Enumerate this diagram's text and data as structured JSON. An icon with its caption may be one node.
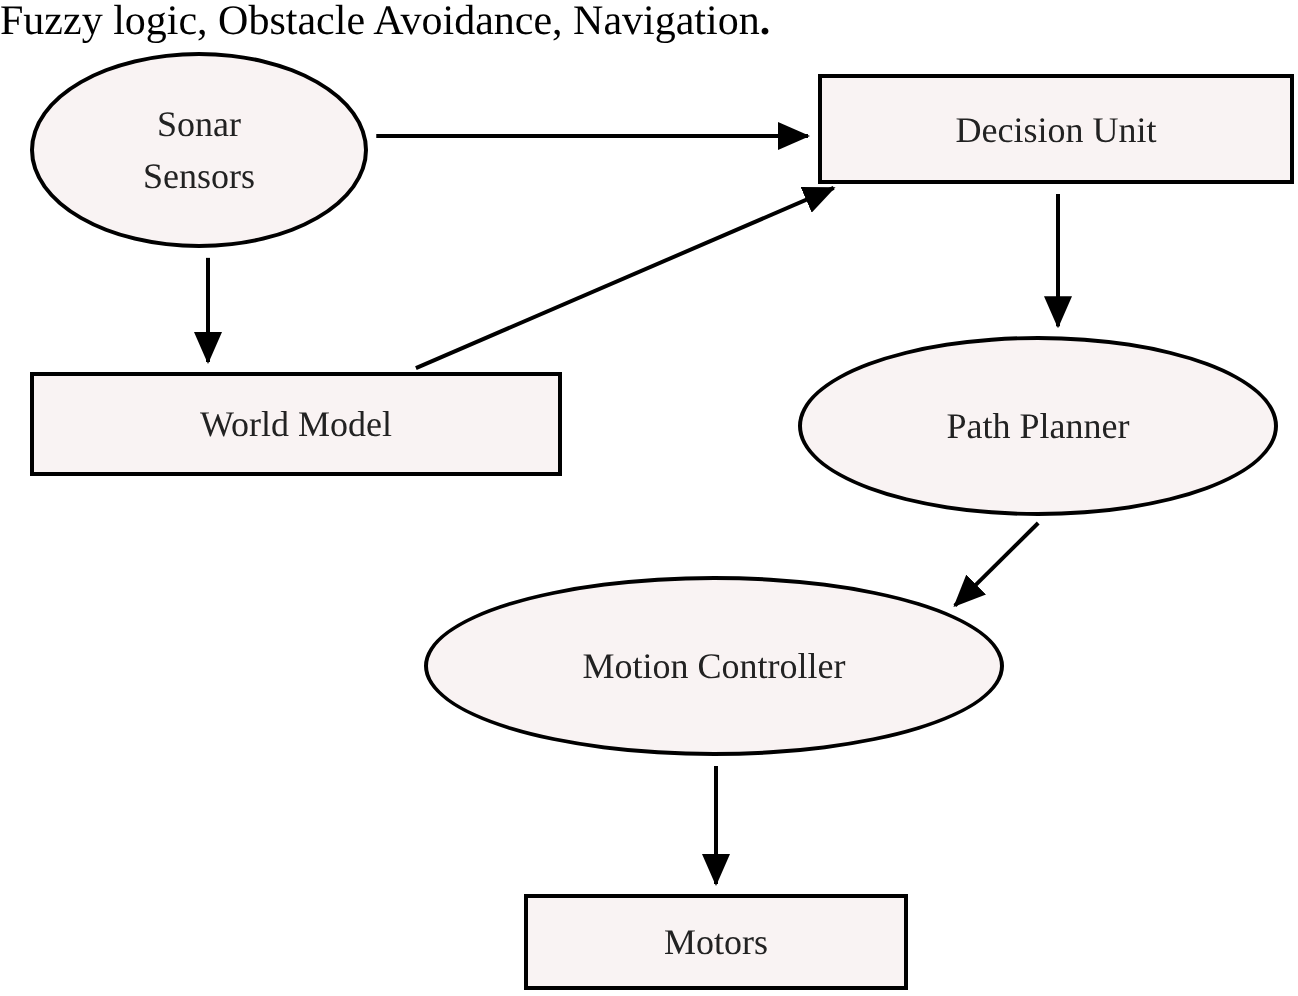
{
  "diagram": {
    "nodes": [
      {
        "text": [
          "Sonar Sensors"
        ]
      },
      {
        "text": [
          "Decision Unit"
        ]
      },
      {
        "text": [
          "World Model"
        ]
      },
      {
        "text": [
          "Path Planner"
        ]
      },
      {
        "text": [
          "Motion Controller"
        ]
      },
      {
        "text": [
          "Motors"
        ]
      }
    ],
    "edges": [
      {
        "from": 0,
        "to": 1,
        "arrow": "to"
      },
      {
        "from": 0,
        "to": 2,
        "arrow": "to"
      },
      {
        "from": 2,
        "to": 1,
        "arrow": "to"
      },
      {
        "from": 1,
        "to": 3,
        "arrow": "to"
      },
      {
        "from": 3,
        "to": 4,
        "arrow": "to"
      },
      {
        "from": 4,
        "to": 5,
        "arrow": "to"
      }
    ],
    "labels": [
      "Fuzzy logic, Obstacle Avoidance, Navigation**.**"
    ]
  }
}
